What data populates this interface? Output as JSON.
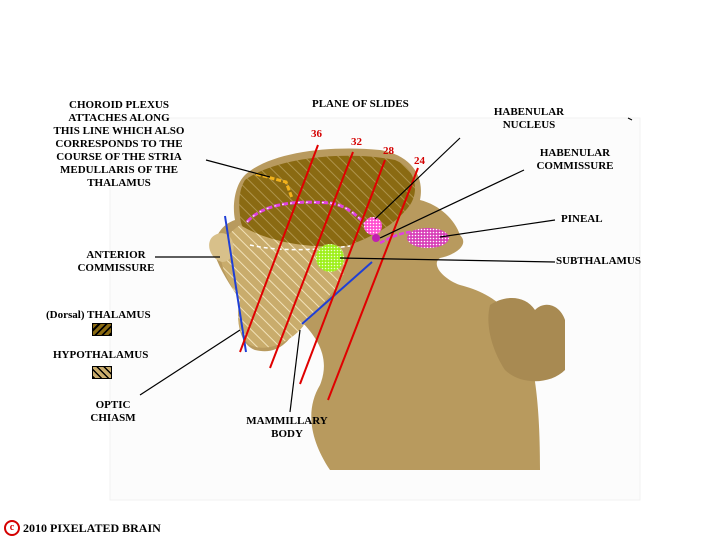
{
  "labels": {
    "choroid": [
      "CHOROID PLEXUS",
      "ATTACHES ALONG",
      "THIS LINE WHICH ALSO",
      "CORRESPONDS TO THE",
      "COURSE OF THE STRIA",
      "MEDULLARIS OF THE",
      "THALAMUS"
    ],
    "plane": "PLANE OF SLIDES",
    "habenular_nucleus": [
      "HABENULAR",
      "NUCLEUS"
    ],
    "habenular_commissure": [
      "HABENULAR",
      "COMMISSURE"
    ],
    "pineal": "PINEAL",
    "subthalamus": "SUBTHALAMUS",
    "anterior_commissure": [
      "ANTERIOR",
      "COMMISSURE"
    ],
    "optic_chiasm": [
      "OPTIC",
      "CHIASM"
    ],
    "mammillary": [
      "MAMMILLARY",
      "BODY"
    ]
  },
  "plane_numbers": [
    "36",
    "32",
    "28",
    "24"
  ],
  "legend": {
    "thalamus": "(Dorsal) THALAMUS",
    "hypothalamus": "HYPOTHALAMUS"
  },
  "footer": {
    "copyright_symbol": "c",
    "text": "2010  PIXELATED BRAIN"
  },
  "colors": {
    "tissue": "#b89a5e",
    "thalamus_fill": "#8a6a12",
    "slide_lines": "#e00000",
    "stria": "#e040e0",
    "habenula": "#ff4fd0",
    "subthalamus": "#9ef01a",
    "blue_line": "#1f3fd6",
    "choroid_line": "#f2b21c"
  }
}
